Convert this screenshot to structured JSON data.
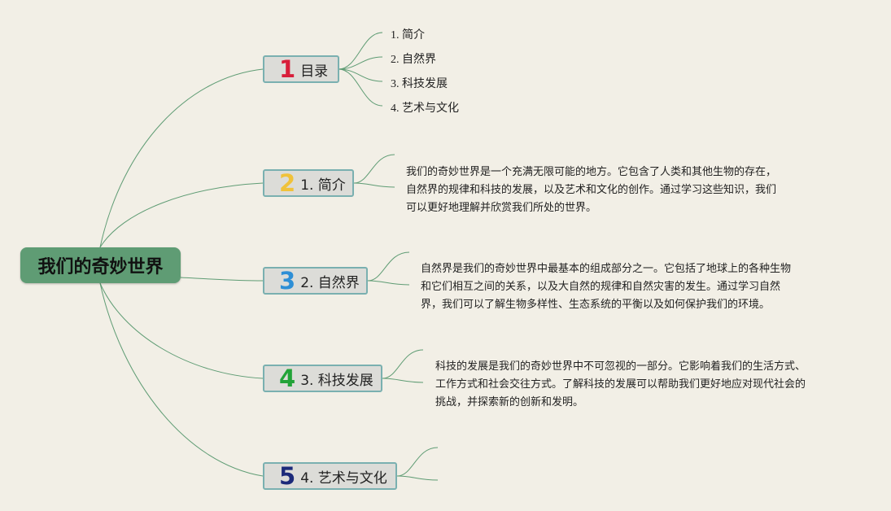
{
  "root": {
    "title": "我们的奇妙世界"
  },
  "branches": [
    {
      "number": "1",
      "label": "目录",
      "color": "#d81e3a"
    },
    {
      "number": "2",
      "label": "1. 简介",
      "color": "#f0c23a"
    },
    {
      "number": "3",
      "label": "2. 自然界",
      "color": "#2e8fd6"
    },
    {
      "number": "4",
      "label": "3. 科技发展",
      "color": "#23a338"
    },
    {
      "number": "5",
      "label": "4. 艺术与文化",
      "color": "#1c2a7a"
    }
  ],
  "toc": [
    "1. 简介",
    "2. 自然界",
    "3. 科技发展",
    "4. 艺术与文化"
  ],
  "details": {
    "intro": [
      "我们的奇妙世界是一个充满无限可能的地方。它包含了人类和其他生物的存在，",
      "自然界的规律和科技的发展，以及艺术和文化的创作。通过学习这些知识，我们",
      "可以更好地理解并欣赏我们所处的世界。"
    ],
    "nature": [
      "自然界是我们的奇妙世界中最基本的组成部分之一。它包括了地球上的各种生物",
      "和它们相互之间的关系，以及大自然的规律和自然灾害的发生。通过学习自然",
      "界，我们可以了解生物多样性、生态系统的平衡以及如何保护我们的环境。"
    ],
    "tech": [
      "科技的发展是我们的奇妙世界中不可忽视的一部分。它影响着我们的生活方式、",
      "工作方式和社会交往方式。了解科技的发展可以帮助我们更好地应对现代社会的",
      "挑战，并探索新的创新和发明。"
    ]
  },
  "colors": {
    "background": "#f2efe6",
    "root": "#5f9c74",
    "branch_fill": "#dcdcd8",
    "branch_border": "#7ab0b0",
    "connector": "#5f9c74"
  }
}
